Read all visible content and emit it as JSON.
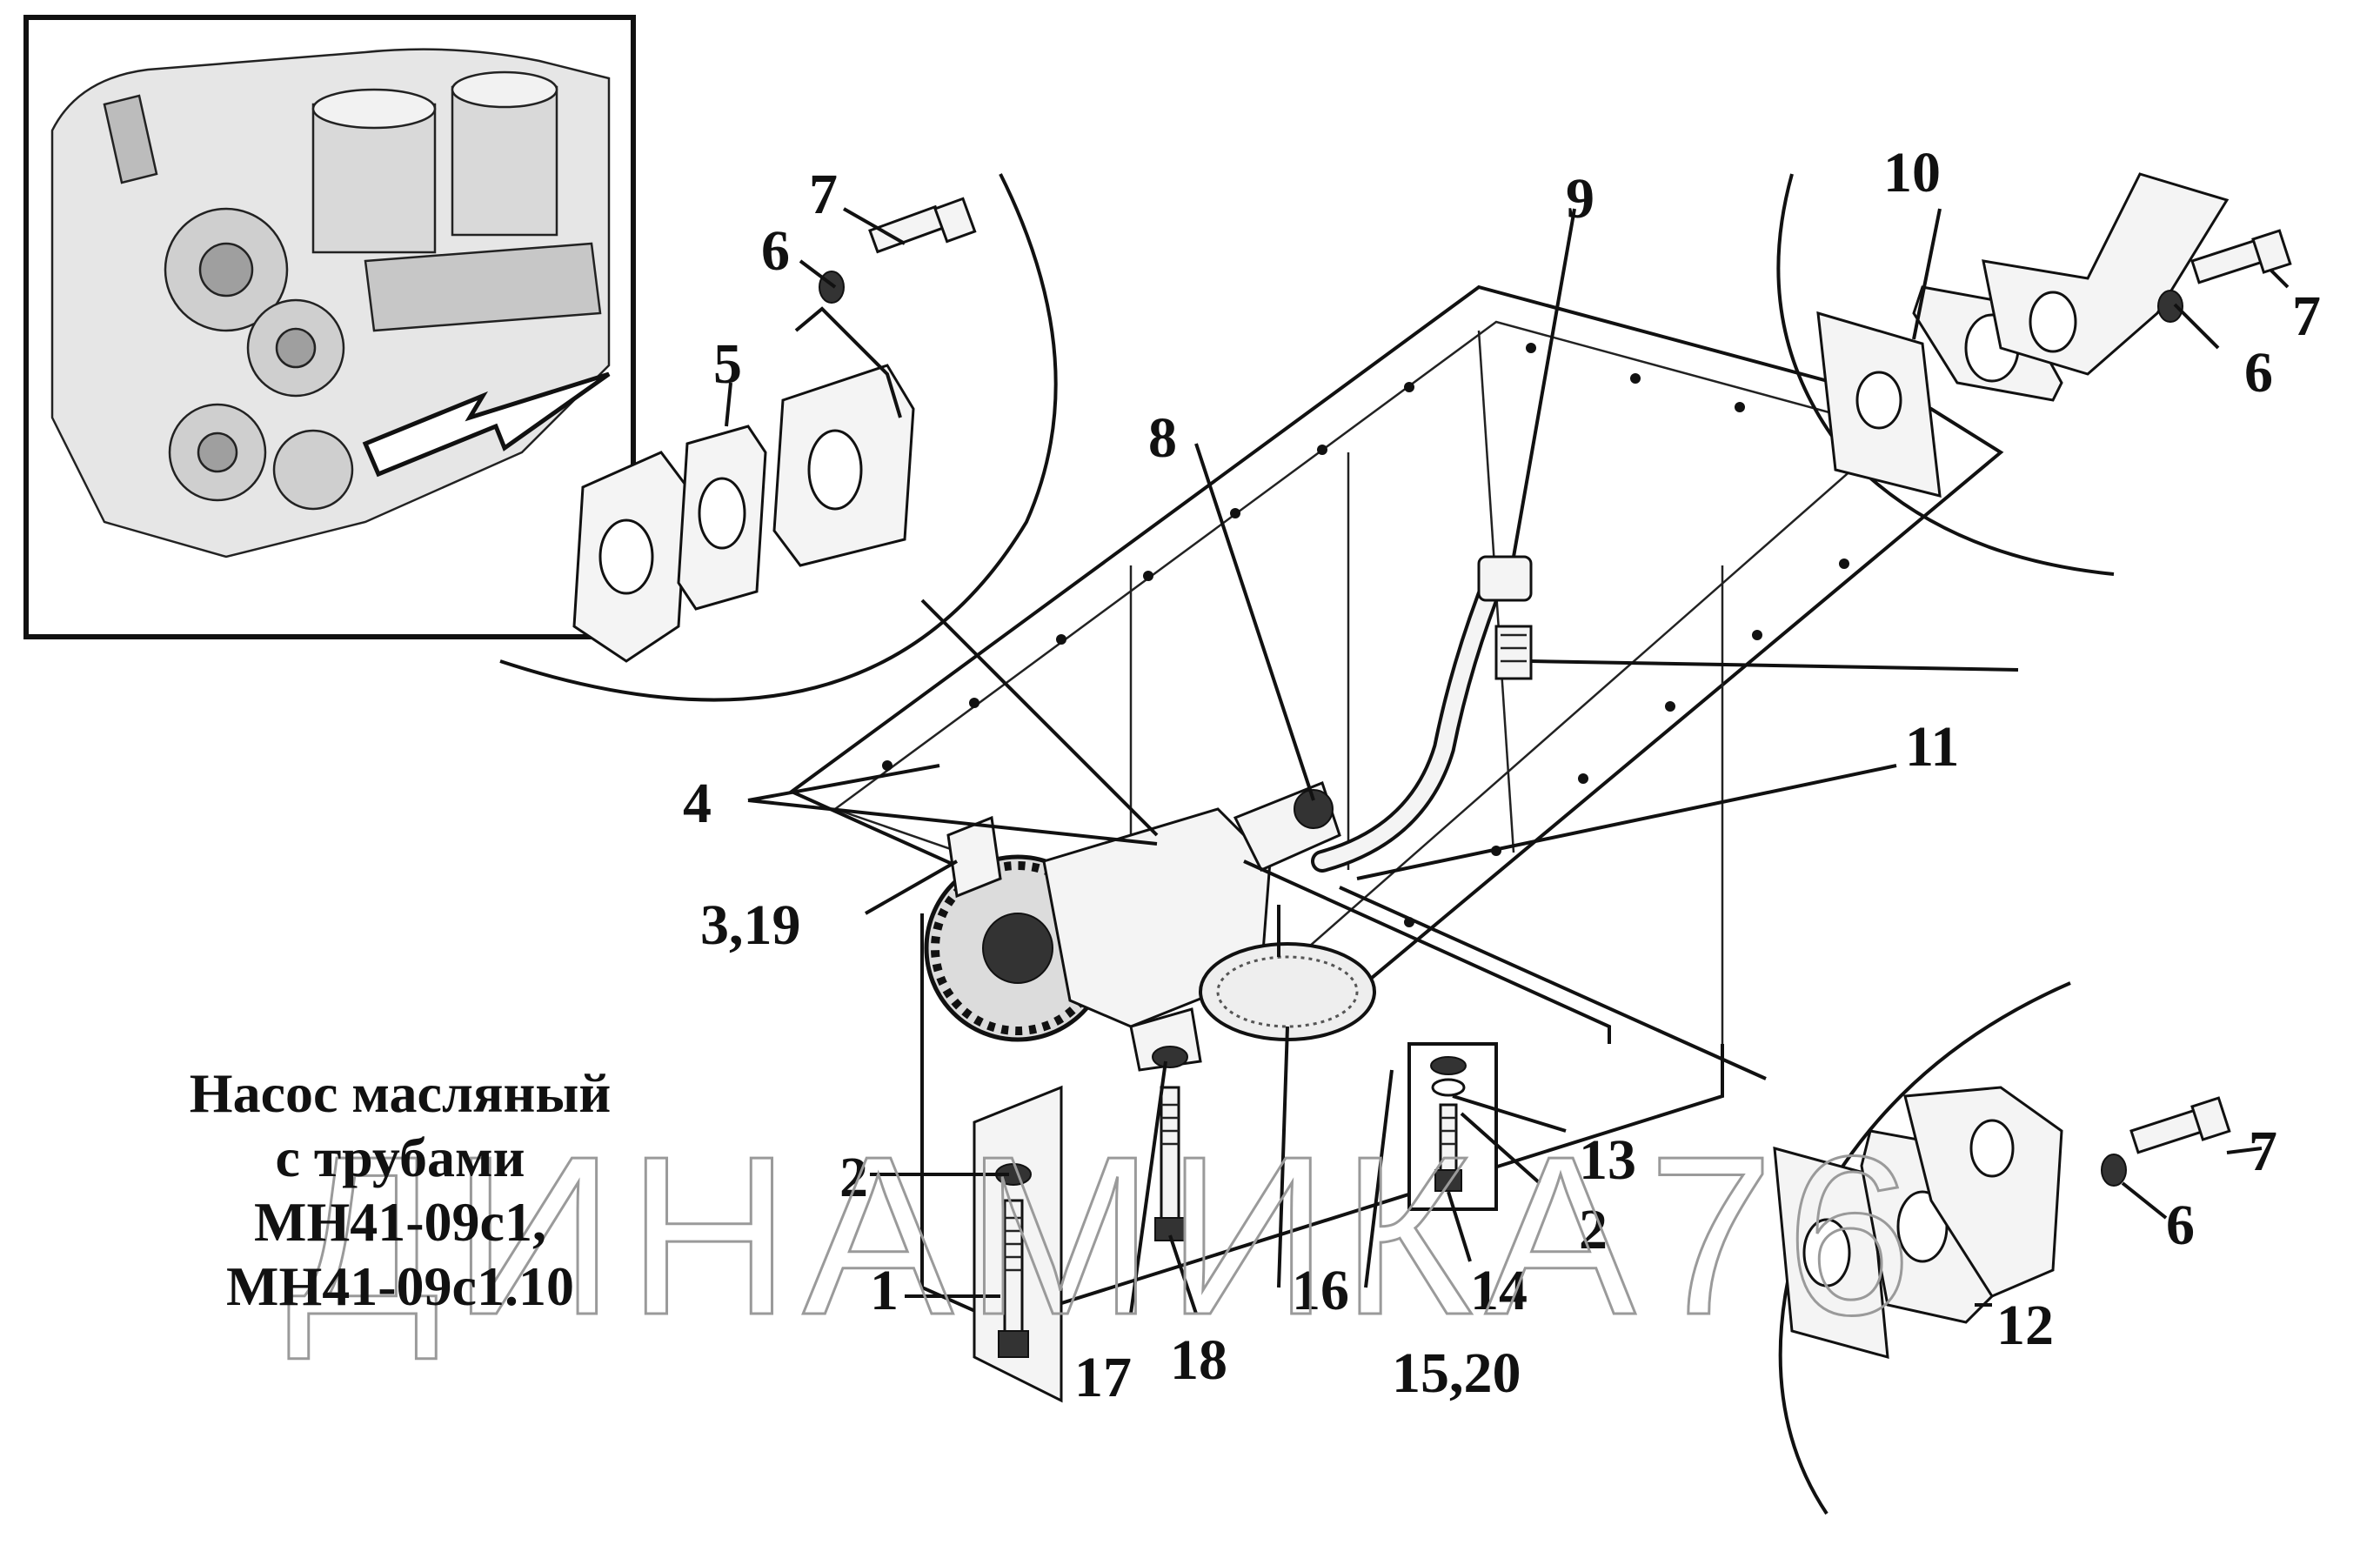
{
  "title": {
    "line1": "Насос масляный",
    "line2": "с трубами",
    "line3": "МН41-09с1,",
    "line4": "МН41-09с1.10"
  },
  "watermark": "ДИНАМИКА76",
  "callouts": {
    "c1": "1",
    "c2a": "2",
    "c2b": "2",
    "c3_19": "3,19",
    "c4": "4",
    "c5": "5",
    "c6a": "6",
    "c6b": "6",
    "c6c": "6",
    "c7a": "7",
    "c7b": "7",
    "c7c": "7",
    "c8": "8",
    "c9": "9",
    "c10": "10",
    "c11": "11",
    "c12": "12",
    "c13": "13",
    "c14": "14",
    "c15_20": "15,20",
    "c16": "16",
    "c17": "17",
    "c18": "18"
  }
}
